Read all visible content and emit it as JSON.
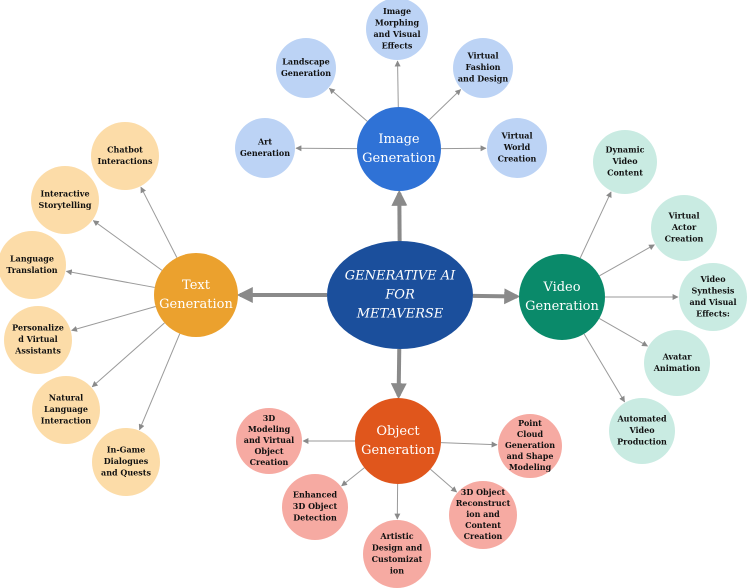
{
  "center": {
    "lines": [
      "GENERATIVE AI",
      "FOR",
      "METAVERSE"
    ],
    "color": "#1b4f9c"
  },
  "hubs": [
    {
      "id": "image",
      "lines": [
        "Image",
        "Generation"
      ],
      "color": "#2f72d6",
      "leafColor": "#bcd3f5"
    },
    {
      "id": "text",
      "lines": [
        "Text",
        "Generation"
      ],
      "color": "#eba12e",
      "leafColor": "#fcdca8"
    },
    {
      "id": "video",
      "lines": [
        "Video",
        "Generation"
      ],
      "color": "#0a8a6a",
      "leafColor": "#c9ebe2"
    },
    {
      "id": "object",
      "lines": [
        "Object",
        "Generation"
      ],
      "color": "#e0561c",
      "leafColor": "#f6aaa2"
    }
  ],
  "leaves": {
    "image": [
      [
        "Art",
        "Generation"
      ],
      [
        "Landscape",
        "Generation"
      ],
      [
        "Image",
        "Morphing",
        "and Visual",
        "Effects"
      ],
      [
        "Virtual",
        "Fashion",
        "and Design"
      ],
      [
        "Virtual",
        "World",
        "Creation"
      ]
    ],
    "text": [
      [
        "Chatbot",
        "Interactions"
      ],
      [
        "Interactive",
        "Storytelling"
      ],
      [
        "Language",
        "Translation"
      ],
      [
        "Personalize",
        "d Virtual",
        "Assistants"
      ],
      [
        "Natural",
        "Language",
        "Interaction"
      ],
      [
        "In-Game",
        "Dialogues",
        "and Quests"
      ]
    ],
    "video": [
      [
        "Dynamic",
        "Video",
        "Content"
      ],
      [
        "Virtual",
        "Actor",
        "Creation"
      ],
      [
        "Video",
        "Synthesis",
        "and Visual",
        "Effects:"
      ],
      [
        "Avatar",
        "Animation"
      ],
      [
        "Automated",
        "Video",
        "Production"
      ]
    ],
    "object": [
      [
        "3D",
        "Modeling",
        "and Virtual",
        "Object",
        "Creation"
      ],
      [
        "Enhanced",
        "3D Object",
        "Detection"
      ],
      [
        "Artistic",
        "Design and",
        "Customizat",
        "ion"
      ],
      [
        "3D Object",
        "Reconstruct",
        "ion and",
        "Content",
        "Creation"
      ],
      [
        "Point",
        "Cloud",
        "Generation",
        "and Shape",
        "Modeling"
      ]
    ]
  }
}
